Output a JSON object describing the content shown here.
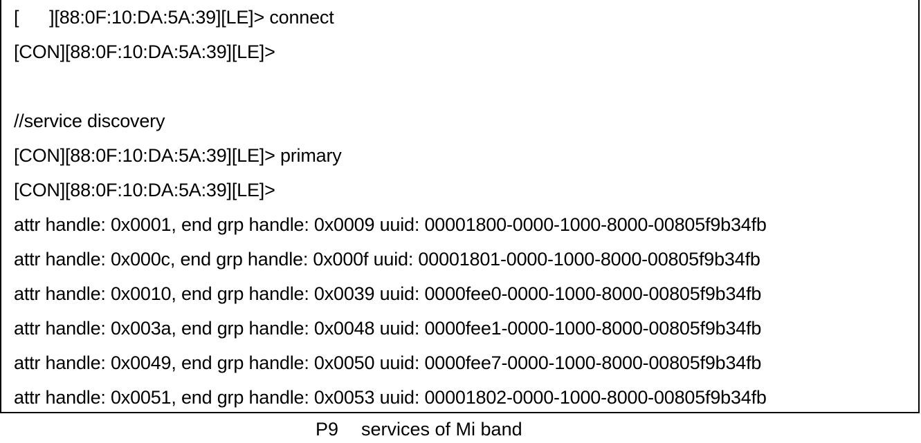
{
  "terminal": {
    "lines": [
      "[      ][88:0F:10:DA:5A:39][LE]> connect",
      "[CON][88:0F:10:DA:5A:39][LE]>",
      "",
      "//service discovery",
      "[CON][88:0F:10:DA:5A:39][LE]> primary",
      "[CON][88:0F:10:DA:5A:39][LE]>",
      "attr handle: 0x0001, end grp handle: 0x0009 uuid: 00001800-0000-1000-8000-00805f9b34fb",
      "attr handle: 0x000c, end grp handle: 0x000f uuid: 00001801-0000-1000-8000-00805f9b34fb",
      "attr handle: 0x0010, end grp handle: 0x0039 uuid: 0000fee0-0000-1000-8000-00805f9b34fb",
      "attr handle: 0x003a, end grp handle: 0x0048 uuid: 0000fee1-0000-1000-8000-00805f9b34fb",
      "attr handle: 0x0049, end grp handle: 0x0050 uuid: 0000fee7-0000-1000-8000-00805f9b34fb",
      "attr handle: 0x0051, end grp handle: 0x0053 uuid: 00001802-0000-1000-8000-00805f9b34fb"
    ]
  },
  "caption": {
    "figure_number": "P9",
    "text": "services of Mi band"
  }
}
